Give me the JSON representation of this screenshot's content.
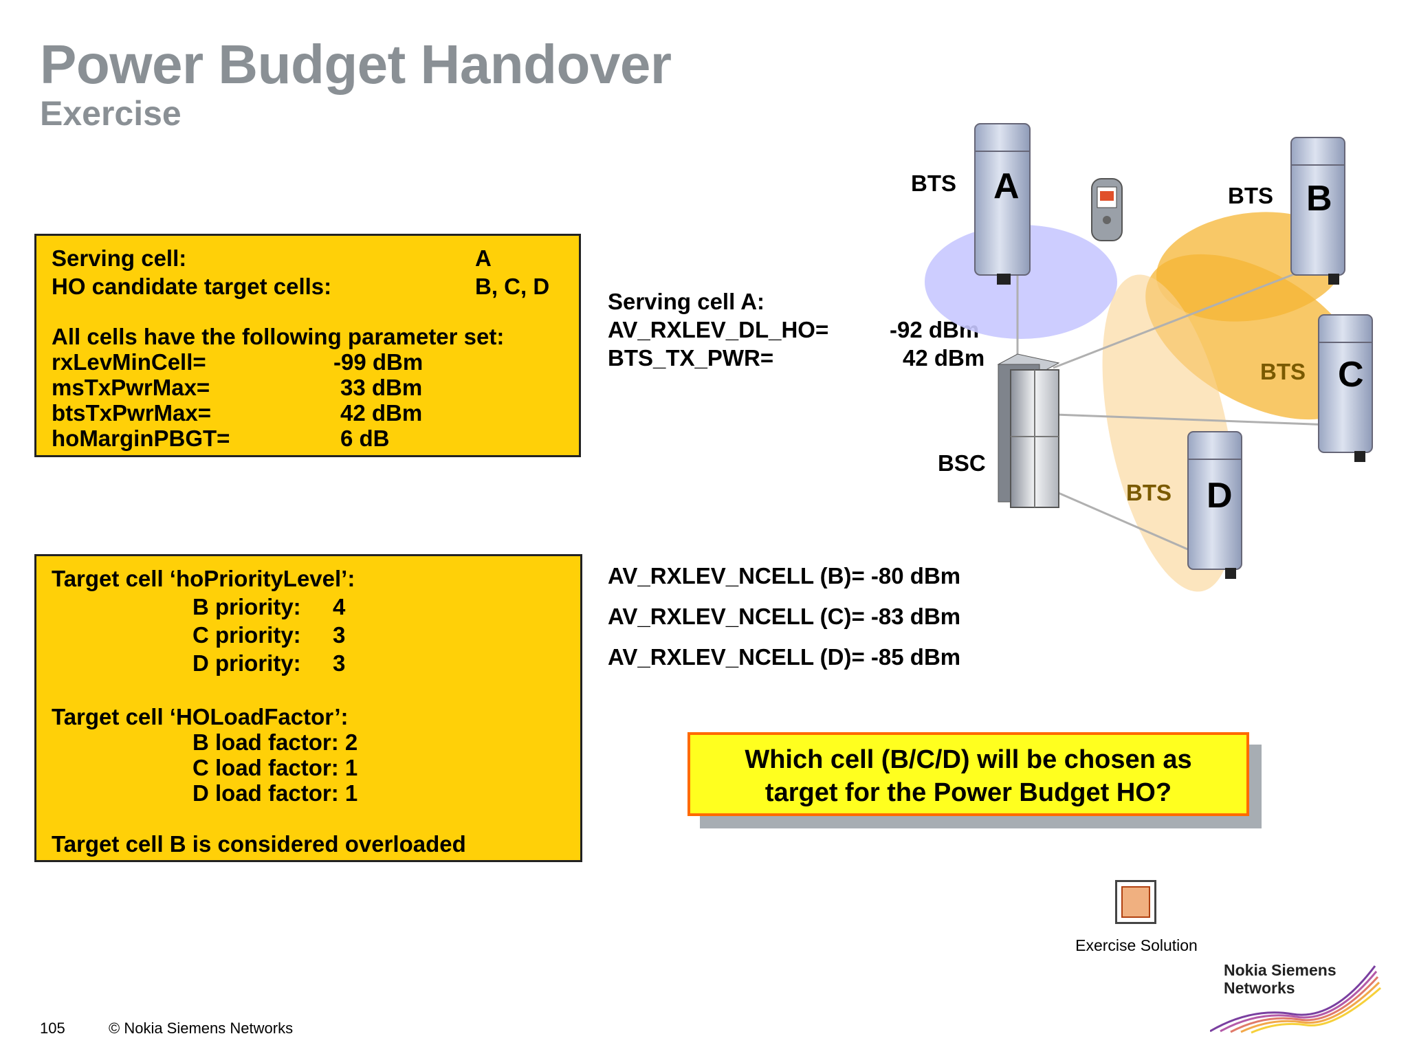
{
  "title": "Power Budget Handover",
  "subtitle": "Exercise",
  "box1": {
    "serving_label": "Serving cell:",
    "serving_value": "A",
    "candidates_label": "HO candidate target cells:",
    "candidates_value": "B, C, D",
    "params_heading": "All cells have the following parameter set:",
    "params": [
      {
        "name": "rxLevMinCell=",
        "value": "-99 dBm"
      },
      {
        "name": "msTxPwrMax=",
        "value": "33 dBm"
      },
      {
        "name": "btsTxPwrMax=",
        "value": "42 dBm"
      },
      {
        "name": "hoMarginPBGT=",
        "value": "6 dB"
      }
    ]
  },
  "box2": {
    "priority_heading": "Target cell ‘hoPriorityLevel’:",
    "priorities": [
      {
        "label": "B priority:",
        "value": "4"
      },
      {
        "label": "C priority:",
        "value": "3"
      },
      {
        "label": "D priority:",
        "value": "3"
      }
    ],
    "load_heading": "Target cell ‘HOLoadFactor’:",
    "loads": [
      "B load factor: 2",
      "C load factor: 1",
      "D load factor: 1"
    ],
    "overload_note": "Target cell B is considered overloaded"
  },
  "serving_info": {
    "heading": "Serving cell A:",
    "rows": [
      {
        "name": "AV_RXLEV_DL_HO=",
        "value": "-92 dBm"
      },
      {
        "name": "BTS_TX_PWR=",
        "value": "42 dBm"
      }
    ]
  },
  "ncell": [
    "AV_RXLEV_NCELL (B)= -80 dBm",
    "AV_RXLEV_NCELL (C)= -83 dBm",
    "AV_RXLEV_NCELL (D)= -85 dBm"
  ],
  "question": {
    "line1": "Which cell (B/C/D) will be chosen as",
    "line2": "target for the Power Budget HO?"
  },
  "diagram": {
    "bts_label": "BTS",
    "bsc_label": "BSC",
    "cells": [
      "A",
      "B",
      "C",
      "D"
    ],
    "colors": {
      "serving_coverage": "#c6c6ff",
      "neighbour_coverage": "#f6b534",
      "equipment": "#b8c3da"
    }
  },
  "solution_link": "Exercise Solution",
  "footer": {
    "page": "105",
    "copyright": "© Nokia Siemens Networks"
  },
  "brand": {
    "line1": "Nokia Siemens",
    "line2": "Networks"
  }
}
